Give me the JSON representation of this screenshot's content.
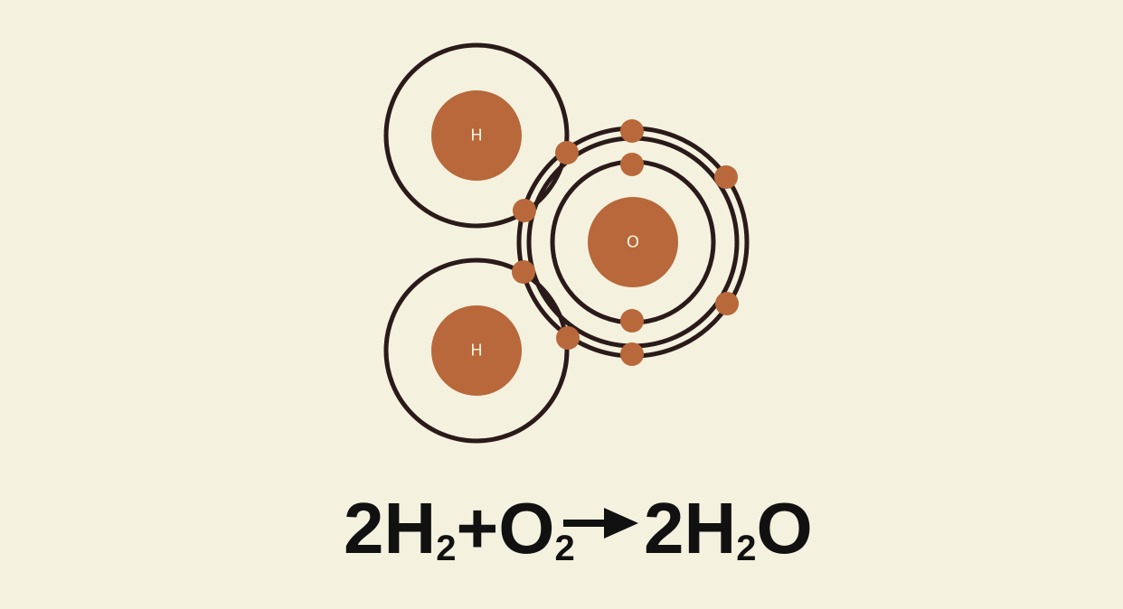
{
  "diagram": {
    "atoms": [
      {
        "id": "hydrogen-top",
        "label": "H"
      },
      {
        "id": "oxygen",
        "label": "O"
      },
      {
        "id": "hydrogen-bottom",
        "label": "H"
      }
    ],
    "equation": {
      "reactant1_coef": "2",
      "reactant1_element": "H",
      "reactant1_subscript": "2",
      "plus_sign": "+",
      "reactant2_element": "O",
      "reactant2_subscript": "2",
      "product_coef": "2",
      "product_element1": "H",
      "product_subscript": "2",
      "product_element2": "O"
    },
    "colors": {
      "background": "#f4f1df",
      "nucleus": "#b8683a",
      "electron": "#b8683a",
      "shell": "#2b1a1a",
      "text": "#111111"
    }
  }
}
